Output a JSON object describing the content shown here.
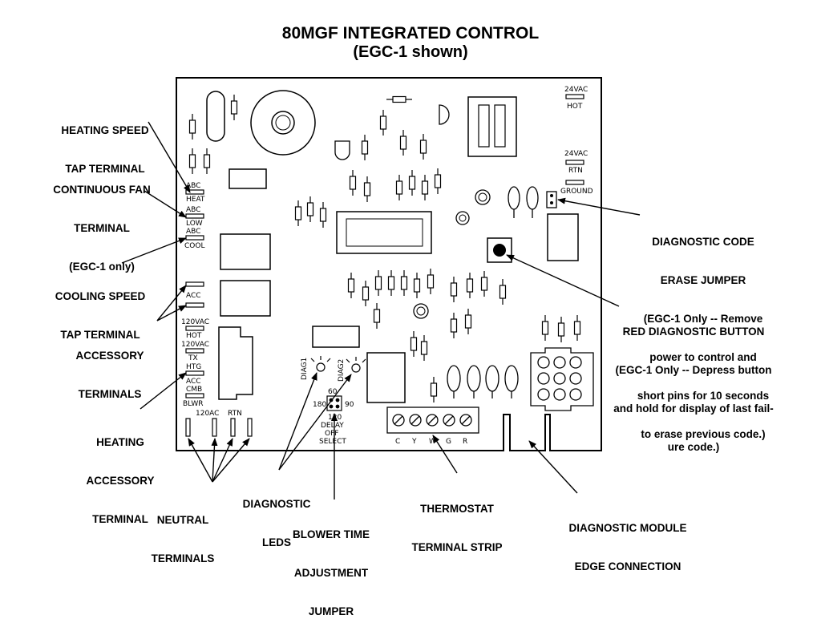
{
  "title": "80MGF INTEGRATED CONTROL",
  "subtitle": "(EGC-1 shown)",
  "callouts": {
    "heating_speed_tap": [
      "HEATING SPEED",
      "TAP TERMINAL"
    ],
    "continuous_fan": [
      "CONTINUOUS FAN",
      "TERMINAL",
      "(EGC-1 only)"
    ],
    "cooling_speed_tap": [
      "COOLING SPEED",
      "TAP TERMINAL"
    ],
    "accessory_terminals": [
      "ACCESSORY",
      "TERMINALS"
    ],
    "heating_accessory": [
      "HEATING",
      "ACCESSORY",
      "TERMINAL"
    ],
    "neutral_terminals": [
      "NEUTRAL",
      "TERMINALS"
    ],
    "diagnostic_leds": [
      "DIAGNOSTIC",
      "LEDS"
    ],
    "blower_time": [
      "BLOWER TIME",
      "ADJUSTMENT",
      "JUMPER"
    ],
    "thermostat_strip": [
      "THERMOSTAT",
      "TERMINAL STRIP"
    ],
    "diagnostic_module": [
      "DIAGNOSTIC MODULE",
      "EDGE CONNECTION"
    ],
    "diag_code_erase": [
      "DIAGNOSTIC CODE",
      "ERASE JUMPER",
      "(EGC-1 Only -- Remove",
      "power to control and",
      "short pins for 10 seconds",
      "to erase previous code.)"
    ],
    "red_diag_button": [
      "RED DIAGNOSTIC BUTTON",
      "(EGC-1 Only -- Depress button",
      "and hold for display of last fail-",
      "ure code.)"
    ]
  },
  "board_labels": {
    "abc_heat": "ABC",
    "heat": "HEAT",
    "abc_low": "ABC",
    "low": "LOW",
    "abc_cool": "ABC",
    "cool": "COOL",
    "acc": "ACC",
    "vac120_hot": "120VAC",
    "hot": "HOT",
    "vac120_tx": "120VAC",
    "tx": "TX",
    "htg": "HTG",
    "acc2": "ACC",
    "cmb": "CMB",
    "blwr": "BLWR",
    "ac120": "120AC",
    "rtn_bottom": "RTN",
    "vac24_hot": "24VAC",
    "hot_right": "HOT",
    "vac24_rtn": "24VAC",
    "rtn_right": "RTN",
    "ground": "GROUND",
    "diag1": "DIAG1",
    "diag2": "DIAG2",
    "j60": "60",
    "j180": "180",
    "j90": "90",
    "j120": "120",
    "delay": "DELAY",
    "off": "OFF",
    "select": "SELECT",
    "term_c": "C",
    "term_y": "Y",
    "term_w": "W",
    "term_g": "G",
    "term_r": "R"
  }
}
